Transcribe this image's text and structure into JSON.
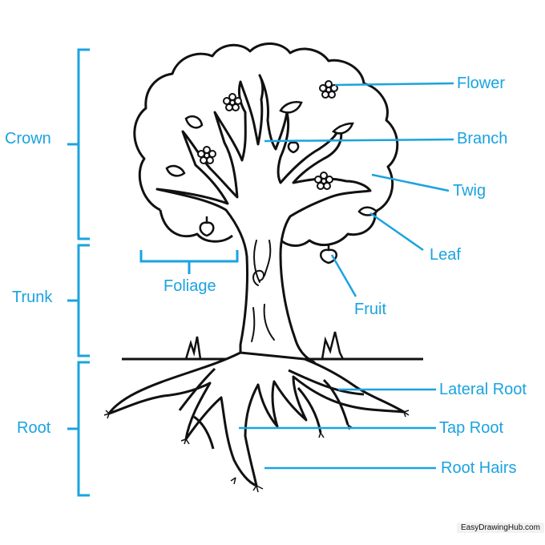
{
  "labels": {
    "crown": "Crown",
    "trunk": "Trunk",
    "root": "Root",
    "foliage": "Foliage",
    "flower": "Flower",
    "branch": "Branch",
    "twig": "Twig",
    "leaf": "Leaf",
    "fruit": "Fruit",
    "lateral_root": "Lateral Root",
    "tap_root": "Tap Root",
    "root_hairs": "Root Hairs"
  },
  "watermark": "EasyDrawingHub.com",
  "colors": {
    "accent": "#1aa3e0",
    "ink": "#111111",
    "background": "#ffffff"
  }
}
